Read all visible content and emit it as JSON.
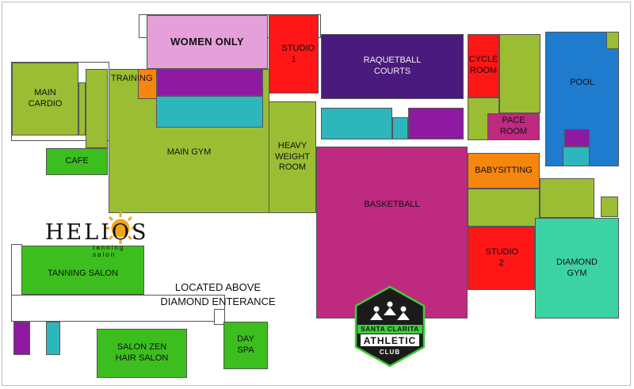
{
  "map": {
    "rooms": {
      "main_cardio": "MAIN CARDIO",
      "training": "TRAINING",
      "women_only": "WOMEN ONLY",
      "studio_1": "STUDIO 1",
      "raquetball_courts": "RAQUETBALL COURTS",
      "cycle_room": "CYCLE ROOM",
      "pool": "POOL",
      "pace_room": "PACE ROOM",
      "cafe": "CAFE",
      "main_gym": "MAIN GYM",
      "heavy_weight_room": "HEAVY WEIGHT ROOM",
      "babysitting": "BABYSITTING",
      "basketball": "BASKETBALL",
      "studio_2": "STUDIO 2",
      "diamond_gym": "DIAMOND GYM"
    },
    "annex": {
      "brand_name": "HELIOS",
      "brand_tagline": "tanning salon",
      "tanning_salon": "TANNING SALON",
      "salon_zen": "SALON ZEN HAIR SALON",
      "day_spa": "DAY SPA",
      "location_note": "LOCATED ABOVE DIAMOND ENTERANCE"
    },
    "club_logo": {
      "line1": "SANTA CLARITA",
      "line2": "ATHLETIC",
      "line3": "CLUB"
    },
    "colors": {
      "green": "#9bbd33",
      "bright_green": "#3cbf1e",
      "pink": "#e59fd9",
      "red": "#ff1616",
      "indigo": "#4a1a7c",
      "teal": "#2eb6bd",
      "purple": "#8e1aa2",
      "orange": "#f7860e",
      "magenta": "#be2a7f",
      "blue": "#1e7bcd",
      "mint": "#3bd3a3"
    }
  }
}
